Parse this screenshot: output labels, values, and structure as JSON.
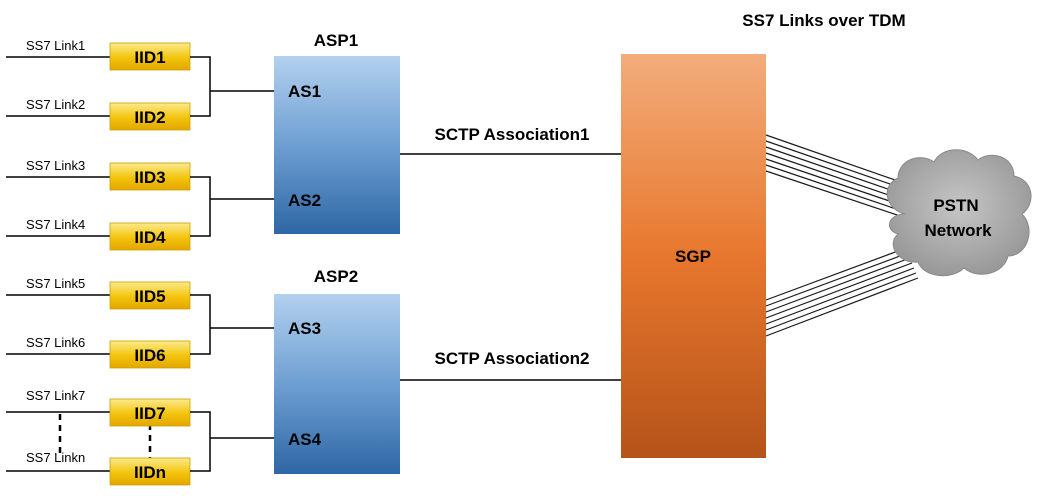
{
  "title": "SS7 Links over TDM",
  "links": [
    "SS7 Link1",
    "SS7 Link2",
    "SS7 Link3",
    "SS7 Link4",
    "SS7 Link5",
    "SS7 Link6",
    "SS7 Link7",
    "SS7 Linkn"
  ],
  "iids": [
    "IID1",
    "IID2",
    "IID3",
    "IID4",
    "IID5",
    "IID6",
    "IID7",
    "IIDn"
  ],
  "asp1": {
    "label": "ASP1",
    "as_top": "AS1",
    "as_bottom": "AS2"
  },
  "asp2": {
    "label": "ASP2",
    "as_top": "AS3",
    "as_bottom": "AS4"
  },
  "assoc1": "SCTP Association1",
  "assoc2": "SCTP Association2",
  "sgp": "SGP",
  "pstn": {
    "line1": "PSTN",
    "line2": "Network"
  },
  "colors": {
    "iid_fill_top": "#fbe27a",
    "iid_fill_bottom": "#e6a800",
    "asp_top": "#a6c8ea",
    "asp_bottom": "#2f6aa8",
    "sgp_top": "#f2a874",
    "sgp_bottom": "#b85418",
    "cloud": "#a9a9a9"
  }
}
